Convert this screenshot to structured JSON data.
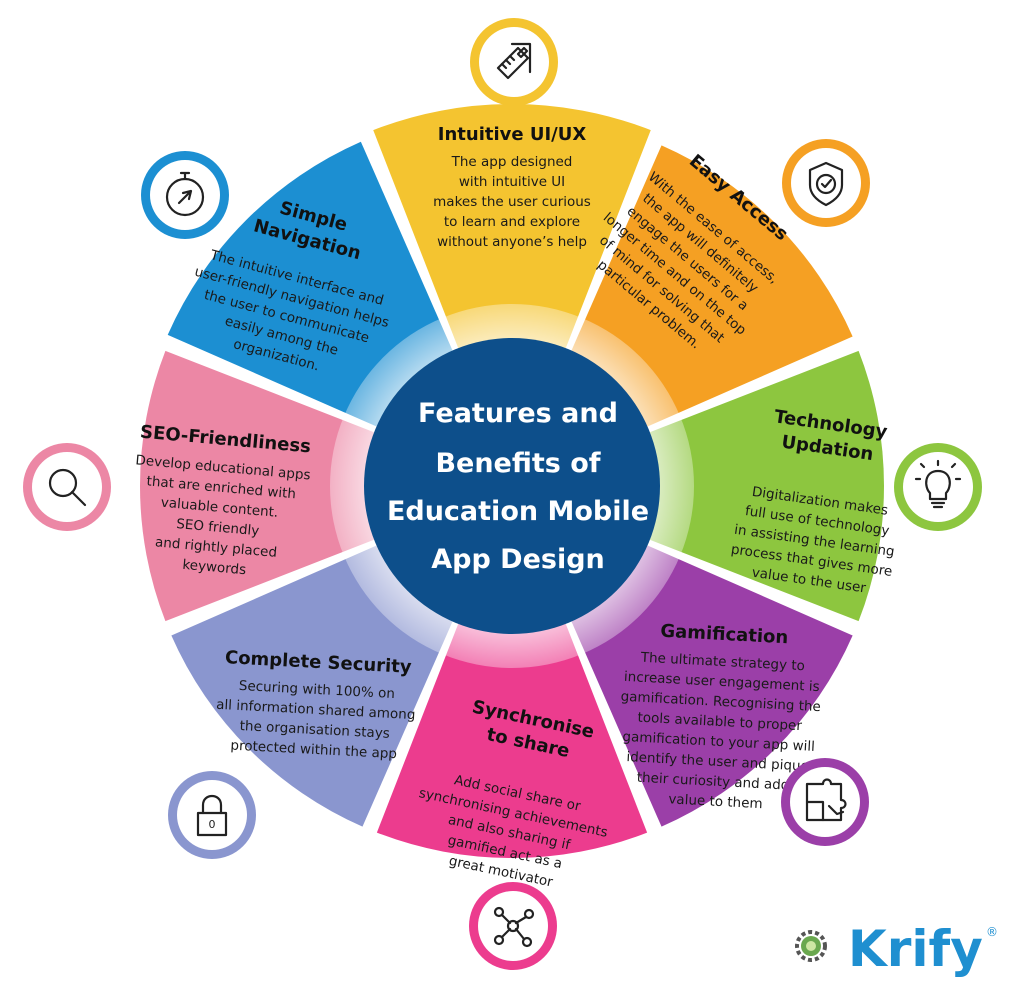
{
  "center": {
    "lines": [
      "Features and",
      "Benefits of",
      "Education Mobile",
      "App Design"
    ]
  },
  "segments": [
    {
      "key": "intuitive",
      "color": "#f4c430",
      "icon": "pencil-ruler-icon",
      "title": [
        "Intuitive UI/UX"
      ],
      "body": [
        "The app designed",
        "with intuitive UI",
        "makes the user curious",
        "to learn and explore",
        "without anyone’s help"
      ]
    },
    {
      "key": "easy-access",
      "color": "#f5a023",
      "icon": "shield-check-icon",
      "title": [
        "Easy Access"
      ],
      "body": [
        "With the ease of access,",
        "the app will definitely",
        "engage the users for a",
        "longer time and on the top",
        "of mind for solving that",
        "particular problem."
      ]
    },
    {
      "key": "technology",
      "color": "#8dc63f",
      "icon": "lightbulb-icon",
      "title": [
        "Technology",
        "Updation"
      ],
      "body": [
        "Digitalization makes",
        "full use of technology",
        "in assisting the learning",
        "process that gives more",
        "value to the user"
      ]
    },
    {
      "key": "gamification",
      "color": "#9b3fa8",
      "icon": "puzzle-icon",
      "title": [
        "Gamification"
      ],
      "body": [
        "The ultimate strategy to",
        "increase user engagement is",
        "gamification. Recognising the",
        "tools available to proper",
        "gamification to your app will",
        "identify the user and pique",
        "their curiosity and adds",
        "value to them"
      ]
    },
    {
      "key": "synchronise",
      "color": "#ec3c8e",
      "icon": "network-icon",
      "title": [
        "Synchronise",
        "to share"
      ],
      "body": [
        "Add social share or",
        "synchronising achievements",
        "and also sharing if",
        "gamified act as a",
        "great motivator"
      ]
    },
    {
      "key": "security",
      "color": "#8a96cf",
      "icon": "padlock-icon",
      "title": [
        "Complete Security"
      ],
      "body": [
        "Securing with 100% on",
        "all information shared among",
        "the organisation stays",
        "protected within the app"
      ]
    },
    {
      "key": "seo",
      "color": "#ec87a5",
      "icon": "magnifier-icon",
      "title": [
        "SEO-Friendliness"
      ],
      "body": [
        "Develop educational apps",
        "that are enriched with",
        "valuable content.",
        "SEO friendly",
        "and rightly placed",
        "keywords"
      ]
    },
    {
      "key": "navigation",
      "color": "#1c8fd2",
      "icon": "compass-icon",
      "title": [
        "Simple",
        "Navigation"
      ],
      "body": [
        "The intuitive interface and",
        "user-friendly navigation helps",
        "the user to communicate",
        "easily among the",
        "organization."
      ]
    }
  ],
  "logo": {
    "text": "Krify",
    "mark": "®",
    "icon": "gear-logo-icon"
  },
  "colors": {
    "center_fill": "#0d4f8b",
    "ring": "#eeeeee"
  }
}
